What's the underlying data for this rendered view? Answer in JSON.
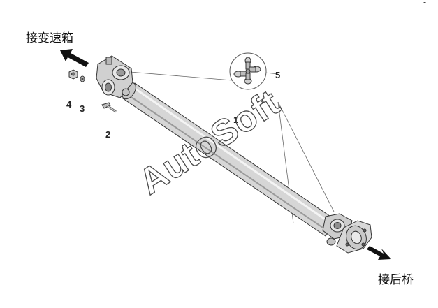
{
  "labels": {
    "to_gearbox": "接变速箱",
    "to_rear_axle": "接后桥",
    "corner_mark": "-"
  },
  "callouts": {
    "shaft": "1",
    "bolt": "2",
    "washer": "3",
    "nut": "4",
    "cross_joint": "5"
  },
  "watermark": "AutoSoft"
}
